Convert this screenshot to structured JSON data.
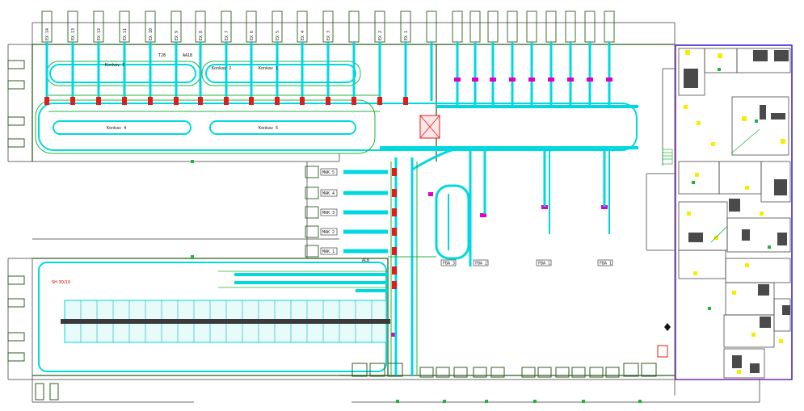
{
  "drawing": {
    "colors": {
      "conveyor": "#00d8e0",
      "green": "#1fb53a",
      "dark_green": "#2e5e1e",
      "red": "#e21b1b",
      "magenta": "#e000c8",
      "purple": "#7a2aa0",
      "yellow": "#f4ef00",
      "dark_gray": "#4a4a4a",
      "building": "#6b6b6b"
    },
    "top_docks": [
      "EX 14",
      "EX 13",
      "EX 12",
      "EX 11",
      "EX 10",
      "EX 9",
      "EX 8",
      "EX 7",
      "EX 6",
      "EX 5",
      "EX 4",
      "EX 3",
      "EX 2",
      "EX 1"
    ],
    "loop_labels": [
      "Konkav 3",
      "Konkav 2",
      "Konkav 1",
      "Konkav 4",
      "Konkav 5"
    ],
    "small_top": [
      "T28",
      "AA18"
    ],
    "mak_stations": [
      "MAK 5",
      "MAK 4",
      "MAK 3",
      "MAK 2",
      "MAK 1"
    ],
    "feeder_labels": [
      "FBA 3",
      "FBA 2",
      "FBA 1",
      "FBA 1"
    ],
    "sorter_label": "SH 30/10",
    "misc_label": "ACB"
  }
}
